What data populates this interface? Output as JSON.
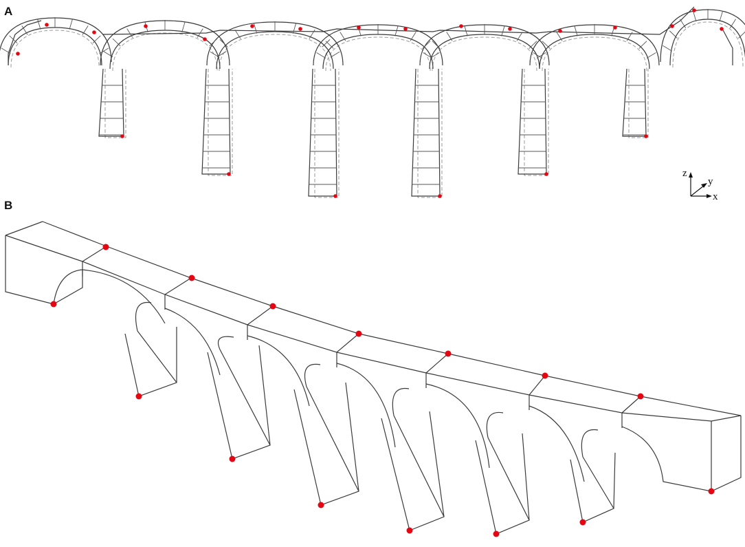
{
  "panels": {
    "a_label": "A",
    "b_label": "B"
  },
  "axes": {
    "z": "z",
    "y": "y",
    "x": "x"
  },
  "colors": {
    "hinge": "#e30613",
    "line": "#3a3a3a",
    "ghost": "#9a9a9a"
  }
}
